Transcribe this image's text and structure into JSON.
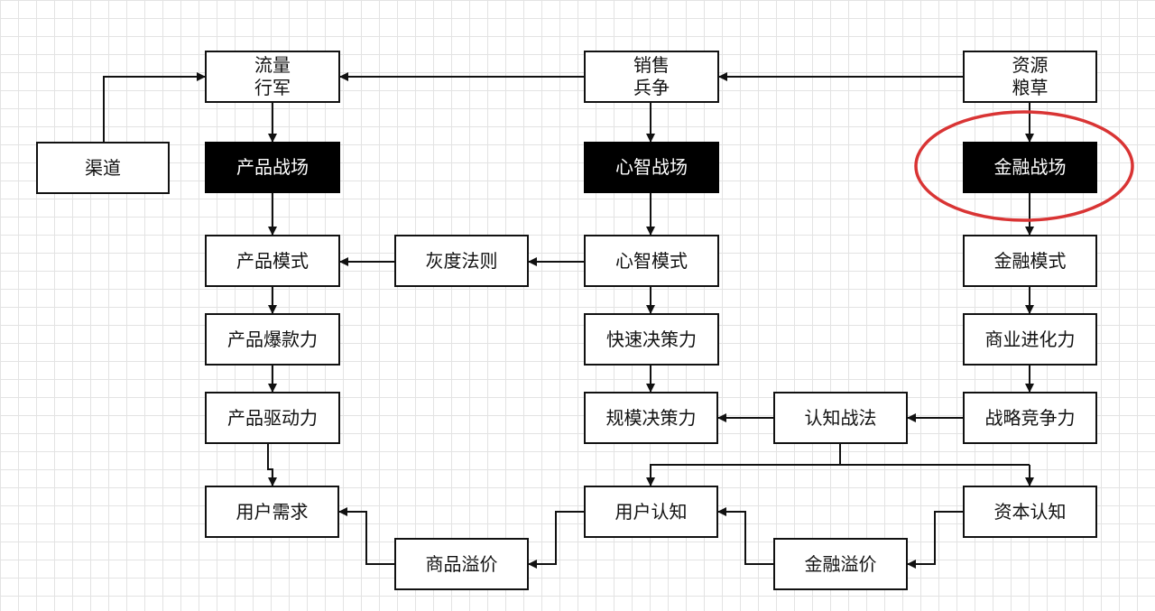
{
  "nodes": {
    "traffic": {
      "line1": "流量",
      "line2": "行军"
    },
    "sales": {
      "line1": "销售",
      "line2": "兵争"
    },
    "resources": {
      "line1": "资源",
      "line2": "粮草"
    },
    "channel": "渠道",
    "product_battlefield": "产品战场",
    "mind_battlefield": "心智战场",
    "finance_battlefield": "金融战场",
    "product_model": "产品模式",
    "gray_rule": "灰度法则",
    "mind_model": "心智模式",
    "finance_model": "金融模式",
    "product_hit_power": "产品爆款力",
    "fast_decision_power": "快速决策力",
    "business_evolution_power": "商业进化力",
    "product_drive_power": "产品驱动力",
    "scale_decision_power": "规模决策力",
    "cognitive_tactics": "认知战法",
    "strategic_competitiveness": "战略竞争力",
    "user_demand": "用户需求",
    "user_cognition": "用户认知",
    "capital_cognition": "资本认知",
    "goods_premium": "商品溢价",
    "finance_premium": "金融溢价"
  },
  "colors": {
    "line": "#111111",
    "highlight_ellipse": "#d93434",
    "dark_box": "#000000"
  }
}
